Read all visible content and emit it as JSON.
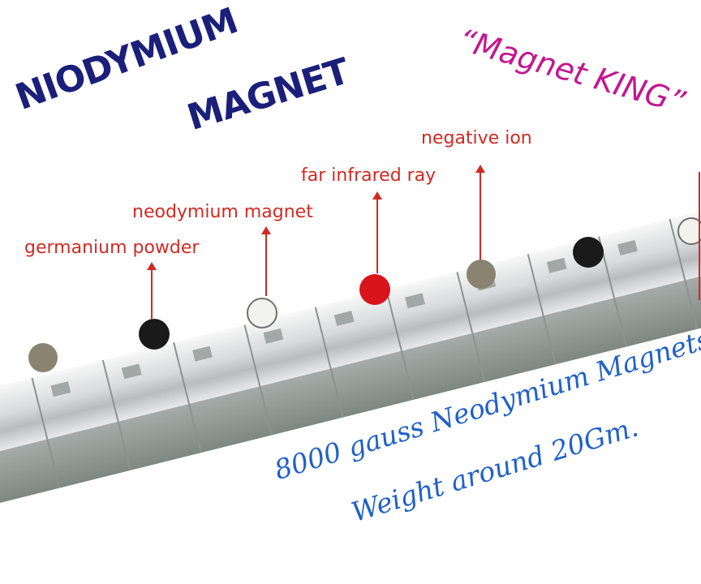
{
  "title": {
    "line1": "NIODYMIUM",
    "line2": "MAGNET"
  },
  "brand": "“Magnet KING”",
  "labels": {
    "germanium": "germanium powder",
    "neodymium": "neodymium magnet",
    "far_infrared": "far infrared ray",
    "negative_ion": "negative ion"
  },
  "caption": {
    "line1": "8000 gauss Neodymium Magnets",
    "line2": "Weight around 20Gm."
  },
  "colors": {
    "title": "#1a1f7a",
    "brand": "#c2178f",
    "labels": "#d12a24",
    "caption": "#2060c8",
    "stone_germanium": "#8a8370",
    "stone_neodymium": "#1a1a1a",
    "stone_far_infrared": "#d9141b",
    "stone_negative_ion": "#f2f2ee"
  }
}
